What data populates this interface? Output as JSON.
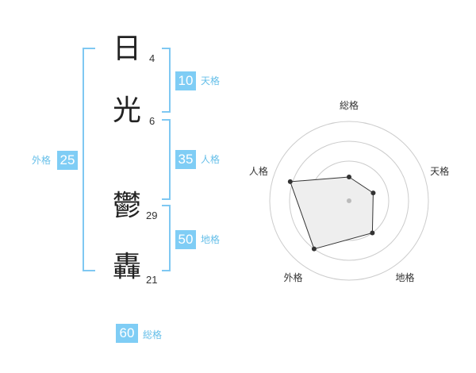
{
  "name": {
    "characters": [
      {
        "char": "日",
        "strokes": "4"
      },
      {
        "char": "光",
        "strokes": "6"
      },
      {
        "char": "鬱",
        "strokes": "29"
      },
      {
        "char": "轟",
        "strokes": "21"
      }
    ]
  },
  "fortunes": {
    "tenkaku": {
      "value": "10",
      "label": "天格"
    },
    "jinkaku": {
      "value": "35",
      "label": "人格"
    },
    "chikaku": {
      "value": "50",
      "label": "地格"
    },
    "gaikaku": {
      "value": "25",
      "label": "外格"
    },
    "soukaku": {
      "value": "60",
      "label": "総格"
    }
  },
  "chart_data": {
    "type": "radar",
    "axes": [
      "総格",
      "天格",
      "地格",
      "外格",
      "人格"
    ],
    "values": [
      0.3,
      0.32,
      0.5,
      0.75,
      0.78
    ],
    "rings": 4,
    "colors": {
      "fill": "#eeeeee",
      "line": "#333333",
      "ring": "#cccccc",
      "point": "#333333",
      "center": "#bbbbbb"
    }
  }
}
